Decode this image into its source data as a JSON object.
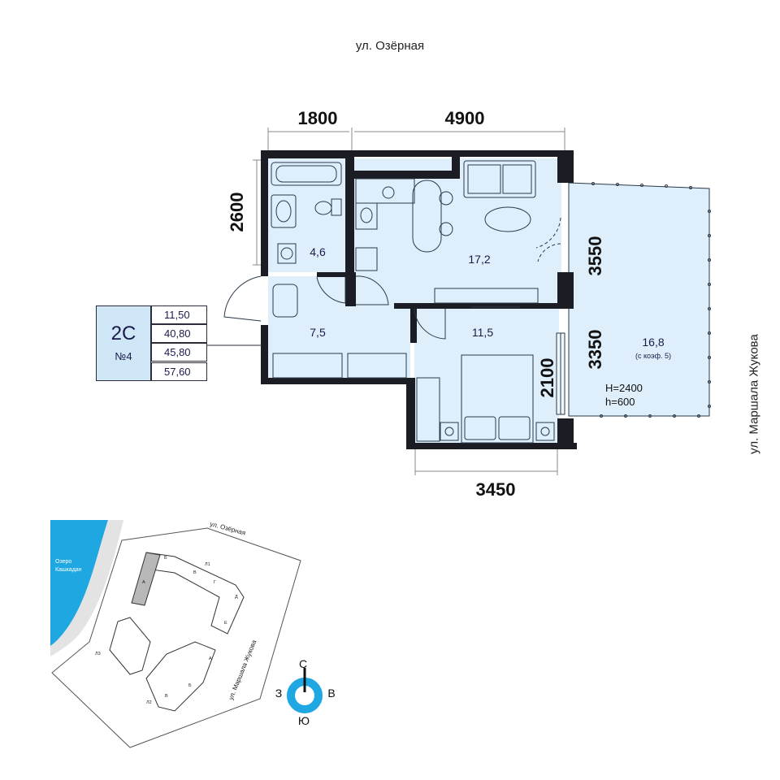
{
  "streets": {
    "top": "ул. Озёрная",
    "right": "ул. Маршала Жукова"
  },
  "dimensions": {
    "top_left": "1800",
    "top_right": "4900",
    "left": "2600",
    "right_upper": "3550",
    "right_lower": "3350",
    "right_inner": "2100",
    "bottom": "3450"
  },
  "rooms": {
    "bathroom": "4,6",
    "kitchen_living": "17,2",
    "hall": "7,5",
    "bedroom": "11,5",
    "terrace": "16,8",
    "terrace_note": "(с коэф. 5)"
  },
  "window_heights": {
    "upper": "H=2400",
    "lower": "h=600"
  },
  "apartment": {
    "type": "2C",
    "number": "№4",
    "values": [
      "11,50",
      "40,80",
      "45,80",
      "57,60"
    ]
  },
  "site_map": {
    "street_top": "ул. Озёрная",
    "street_diagonal": "ул. Маршала Жукова",
    "lake": "Озеро Кашкадан",
    "lake_lines": [
      "Озеро",
      "Кашкадан"
    ],
    "section_labels": [
      "Б",
      "В",
      "Г",
      "Д",
      "Е",
      "А",
      "Л1",
      "Л2",
      "Л3",
      "А",
      "Б",
      "В"
    ]
  },
  "compass": {
    "north": "С",
    "south": "Ю",
    "west": "З",
    "east": "В"
  },
  "colors": {
    "room_fill": "#deeefa",
    "wall": "#1c1c24",
    "info_fill": "#cfe6f7",
    "lake": "#1ea7e1",
    "highlight_section": "#b8b8b8"
  }
}
